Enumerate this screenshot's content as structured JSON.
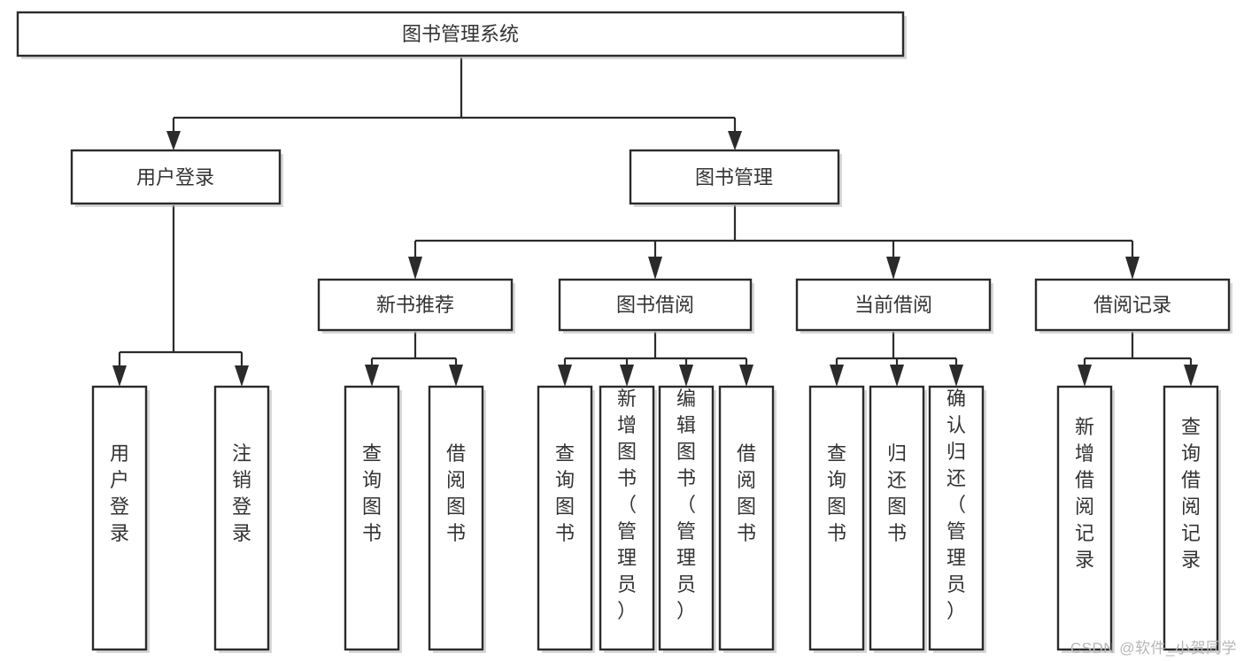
{
  "diagram": {
    "title": "图书管理系统",
    "type": "tree",
    "watermark": "CSDN @软件_小贺同学",
    "colors": {
      "box_stroke": "#2b2b2b",
      "box_fill": "#ffffff",
      "text": "#333333",
      "connector": "#2b2b2b",
      "watermark": "#b6b6b6",
      "background": "#ffffff"
    },
    "levels": {
      "root": {
        "label": "图书管理系统"
      },
      "level2": [
        {
          "label": "用户登录"
        },
        {
          "label": "图书管理"
        }
      ],
      "level3": [
        {
          "label": "新书推荐"
        },
        {
          "label": "图书借阅"
        },
        {
          "label": "当前借阅"
        },
        {
          "label": "借阅记录"
        }
      ]
    },
    "nodes": {
      "root": "图书管理系统",
      "user_login": "用户登录",
      "book_manage": "图书管理",
      "new_book_rec": "新书推荐",
      "book_borrow": "图书借阅",
      "current_borrow": "当前借阅",
      "borrow_record": "借阅记录",
      "leaf_user_login": "用户登录",
      "leaf_logout": "注销登录",
      "leaf_query_book_1": "查询图书",
      "leaf_borrow_book_1": "借阅图书",
      "leaf_query_book_2": "查询图书",
      "leaf_add_book": "新增图书（管理员）",
      "leaf_edit_book": "编辑图书（管理员）",
      "leaf_borrow_book_2": "借阅图书",
      "leaf_query_book_3": "查询图书",
      "leaf_return_book": "归还图书",
      "leaf_confirm_return": "确认归还（管理员）",
      "leaf_add_record": "新增借阅记录",
      "leaf_query_record": "查询借阅记录"
    },
    "tree": [
      {
        "id": "user_login",
        "label": "用户登录",
        "children": [
          {
            "id": "leaf_user_login",
            "label": "用户登录"
          },
          {
            "id": "leaf_logout",
            "label": "注销登录"
          }
        ]
      },
      {
        "id": "book_manage",
        "label": "图书管理",
        "children": [
          {
            "id": "new_book_rec",
            "label": "新书推荐",
            "children": [
              {
                "id": "leaf_query_book_1",
                "label": "查询图书"
              },
              {
                "id": "leaf_borrow_book_1",
                "label": "借阅图书"
              }
            ]
          },
          {
            "id": "book_borrow",
            "label": "图书借阅",
            "children": [
              {
                "id": "leaf_query_book_2",
                "label": "查询图书"
              },
              {
                "id": "leaf_add_book",
                "label": "新增图书（管理员）"
              },
              {
                "id": "leaf_edit_book",
                "label": "编辑图书（管理员）"
              },
              {
                "id": "leaf_borrow_book_2",
                "label": "借阅图书"
              }
            ]
          },
          {
            "id": "current_borrow",
            "label": "当前借阅",
            "children": [
              {
                "id": "leaf_query_book_3",
                "label": "查询图书"
              },
              {
                "id": "leaf_return_book",
                "label": "归还图书"
              },
              {
                "id": "leaf_confirm_return",
                "label": "确认归还（管理员）"
              }
            ]
          },
          {
            "id": "borrow_record",
            "label": "借阅记录",
            "children": [
              {
                "id": "leaf_add_record",
                "label": "新增借阅记录"
              },
              {
                "id": "leaf_query_record",
                "label": "查询借阅记录"
              }
            ]
          }
        ]
      }
    ]
  }
}
